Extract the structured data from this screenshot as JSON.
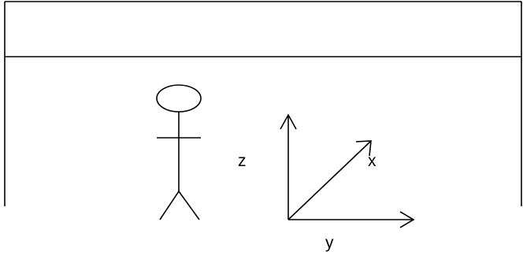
{
  "axes": {
    "z_label": "z",
    "x_label": "x",
    "y_label": "y"
  }
}
